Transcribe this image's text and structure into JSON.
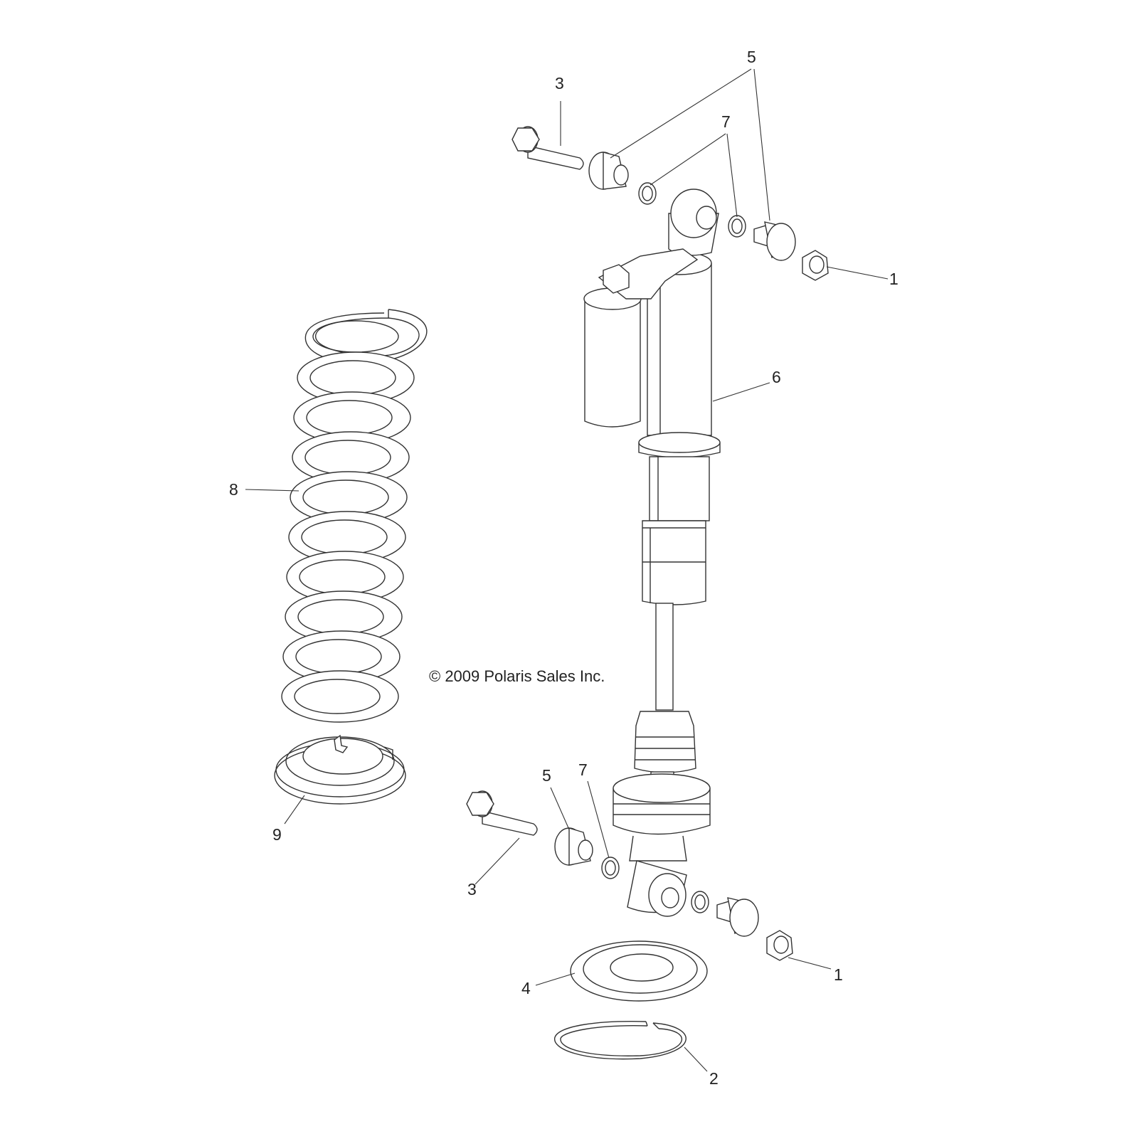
{
  "copyright": "© 2009 Polaris Sales Inc.",
  "callouts": {
    "c1_top": "1",
    "c1_bottom": "1",
    "c2": "2",
    "c3_top": "3",
    "c3_bottom": "3",
    "c4": "4",
    "c5_top": "5",
    "c5_bottom": "5",
    "c6": "6",
    "c7_top": "7",
    "c7_bottom": "7",
    "c8": "8",
    "c9": "9"
  }
}
